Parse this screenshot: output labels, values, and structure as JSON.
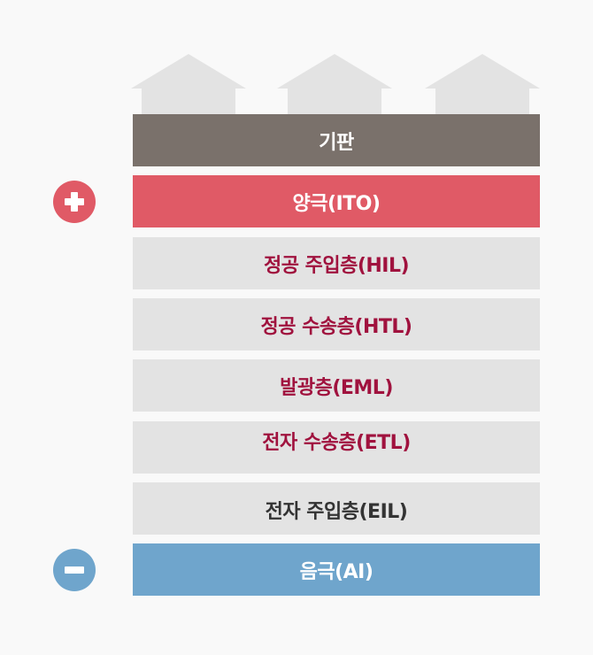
{
  "diagram": {
    "layers": [
      {
        "key": "substrate",
        "label": "기판"
      },
      {
        "key": "anode",
        "label": "양극(ITO)"
      },
      {
        "key": "hil",
        "label": "정공 주입층(HIL)"
      },
      {
        "key": "htl",
        "label": "정공 수송층(HTL)"
      },
      {
        "key": "eml",
        "label": "발광층(EML)"
      },
      {
        "key": "etl",
        "label": "전자 수송층(ETL)"
      },
      {
        "key": "eil",
        "label": "전자 주입층(EIL)"
      },
      {
        "key": "cathode",
        "label": "음극(AI)"
      }
    ],
    "terminals": {
      "positive": {
        "icon": "plus-icon",
        "color": "#e05a66"
      },
      "negative": {
        "icon": "minus-icon",
        "color": "#6fa5cc"
      }
    },
    "colors": {
      "substrate": "#7a716b",
      "anode": "#e05a66",
      "organic_layer": "#e3e3e3",
      "organic_text": "#a0123e",
      "cathode": "#6fa5cc",
      "house": "#e3e3e3"
    },
    "house_icons": [
      "house-icon",
      "house-icon",
      "house-icon"
    ]
  }
}
